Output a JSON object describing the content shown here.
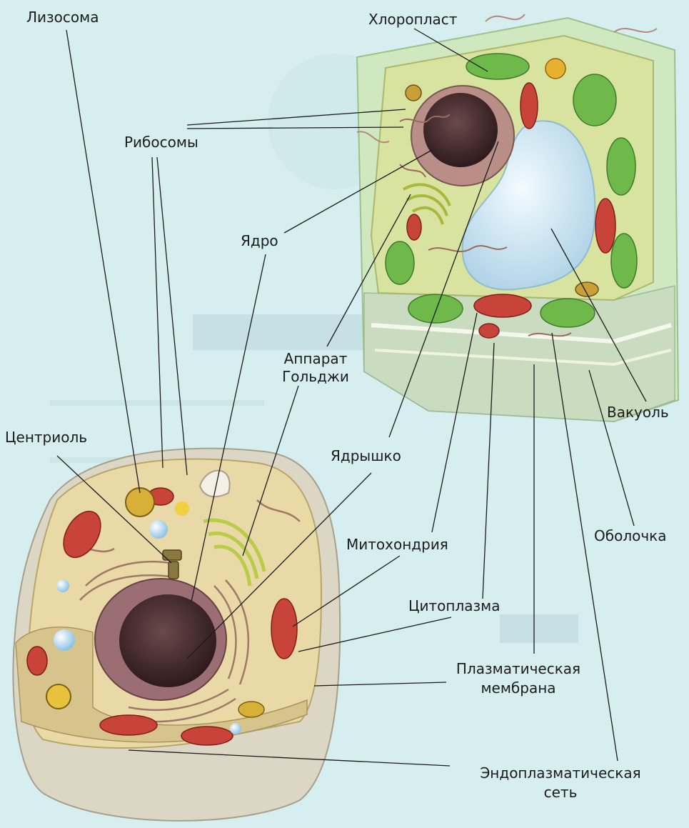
{
  "labels": {
    "lysosome": "Лизосома",
    "chloroplast": "Хлоропласт",
    "ribosomes": "Рибосомы",
    "nucleus": "Ядро",
    "golgi_line1": "Аппарат",
    "golgi_line2": "Гольджи",
    "vacuole": "Вакуоль",
    "centriole": "Центриоль",
    "nucleolus": "Ядрышко",
    "cell_wall": "Оболочка",
    "mitochondrion": "Митохондрия",
    "cytoplasm": "Цитоплазма",
    "plasma_membrane_line1": "Плазматическая",
    "plasma_membrane_line2": "мембрана",
    "er_line1": "Эндоплазматическая",
    "er_line2": "сеть"
  },
  "colors": {
    "background": "#d6eef0",
    "plant_cytoplasm": "#d9e3a0",
    "plant_wall": "#cfe8c0",
    "vacuole": "#d8ecf6",
    "chloroplast": "#6fb84a",
    "mitochondrion": "#c8443a",
    "nucleus": "#3e2426",
    "animal_cytoplasm": "#e8d9a6",
    "animal_outer": "#dcd6c4",
    "golgi": "#b8cc4a",
    "lysosome": "#d8b038",
    "leader_line": "#1b1b1b"
  }
}
